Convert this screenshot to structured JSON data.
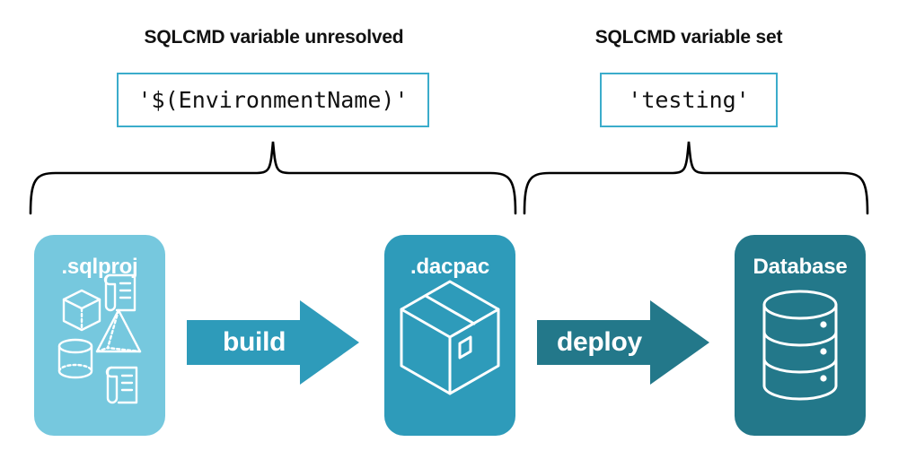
{
  "diagram": {
    "title": "SQLCMD variable resolution in build and deploy pipeline",
    "background_color": "#ffffff"
  },
  "annotations": {
    "left": {
      "heading": "SQLCMD variable unresolved",
      "value": "'$(EnvironmentName)'",
      "box_border_color": "#3BACCB",
      "brace_name": "brace-build-scope"
    },
    "right": {
      "heading": "SQLCMD variable set",
      "value": "'testing'",
      "box_border_color": "#3BACCB",
      "brace_name": "brace-deploy-scope"
    }
  },
  "stages": [
    {
      "id": "sqlproj",
      "label": ".sqlproj",
      "color": "#76C8DE",
      "icons": [
        "cube-icon",
        "pyramid-icon",
        "cylinder-icon",
        "scroll-icon",
        "scroll-icon"
      ]
    },
    {
      "id": "dacpac",
      "label": ".dacpac",
      "color": "#2E9BBA",
      "icons": [
        "package-box-icon"
      ]
    },
    {
      "id": "database",
      "label": "Database",
      "color": "#23788A",
      "icons": [
        "database-cylinder-icon"
      ]
    }
  ],
  "arrows": [
    {
      "id": "build",
      "label": "build",
      "color": "#2E9BBA",
      "from": "sqlproj",
      "to": "dacpac"
    },
    {
      "id": "deploy",
      "label": "deploy",
      "color": "#23788A",
      "from": "dacpac",
      "to": "database"
    }
  ]
}
